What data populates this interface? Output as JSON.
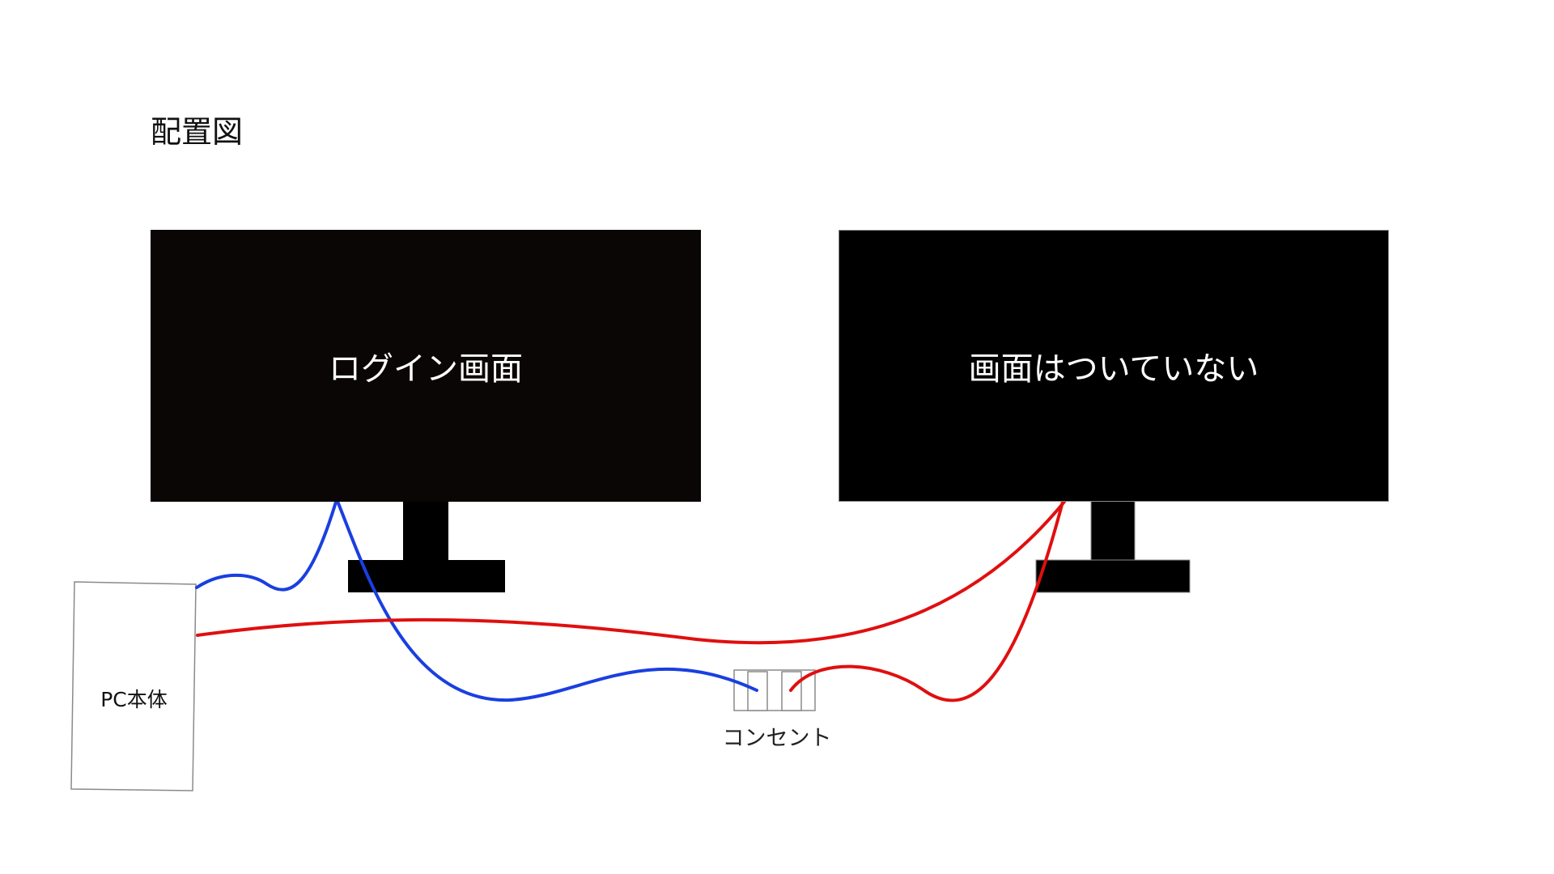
{
  "title": "配置図",
  "monitors": [
    {
      "screen_text": "ログイン画面"
    },
    {
      "screen_text": "画面はついていない"
    }
  ],
  "pc": {
    "label": "PC本体"
  },
  "outlet": {
    "label": "コンセント"
  },
  "colors": {
    "video_cable": "#1a3fe0",
    "power_cable": "#e00f0f"
  }
}
